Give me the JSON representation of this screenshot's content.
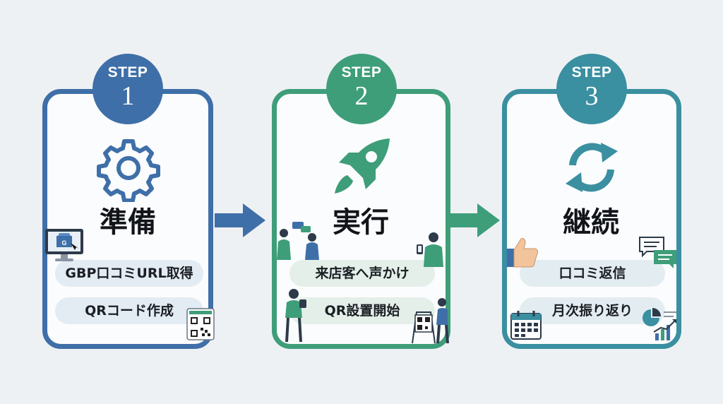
{
  "steps": [
    {
      "label": "STEP",
      "number": "1",
      "title": "準備",
      "items": [
        "GBP口コミURL取得",
        "QRコード作成"
      ],
      "color": "#3f6fa8",
      "icon": "gear-icon"
    },
    {
      "label": "STEP",
      "number": "2",
      "title": "実行",
      "items": [
        "来店客へ声かけ",
        "QR設置開始"
      ],
      "color": "#3e9e7a",
      "icon": "rocket-icon"
    },
    {
      "label": "STEP",
      "number": "3",
      "title": "継続",
      "items": [
        "口コミ返信",
        "月次振り返り"
      ],
      "color": "#3a8fa0",
      "icon": "refresh-icon"
    }
  ]
}
